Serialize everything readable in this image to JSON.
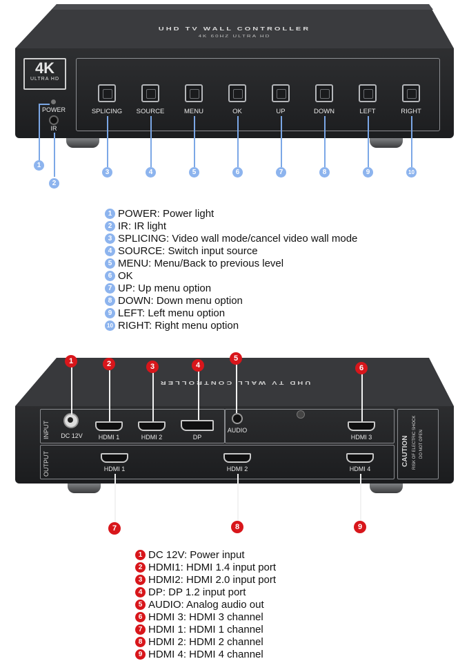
{
  "front": {
    "top_text": "UHD TV WALL CONTROLLER",
    "top_sub": "4K 60HZ ULTRA HD",
    "badge_big": "4K",
    "badge_small": "ULTRA HD",
    "power_label": "POWER",
    "ir_label": "IR",
    "buttons": [
      {
        "label": "SPLICING",
        "num": "3"
      },
      {
        "label": "SOURCE",
        "num": "4"
      },
      {
        "label": "MENU",
        "num": "5"
      },
      {
        "label": "OK",
        "num": "6"
      },
      {
        "label": "UP",
        "num": "7"
      },
      {
        "label": "DOWN",
        "num": "8"
      },
      {
        "label": "LEFT",
        "num": "9"
      },
      {
        "label": "RIGHT",
        "num": "10"
      }
    ],
    "power_num": "1",
    "ir_num": "2"
  },
  "legend1": [
    {
      "num": "1",
      "text": "POWER: Power light"
    },
    {
      "num": "2",
      "text": "IR: IR light"
    },
    {
      "num": "3",
      "text": "SPLICING: Video wall mode/cancel video wall mode"
    },
    {
      "num": "4",
      "text": "SOURCE: Switch input source"
    },
    {
      "num": "5",
      "text": "MENU: Menu/Back to previous level"
    },
    {
      "num": "6",
      "text": "OK"
    },
    {
      "num": "7",
      "text": "UP: Up menu option"
    },
    {
      "num": "8",
      "text": "DOWN: Down menu option"
    },
    {
      "num": "9",
      "text": "LEFT: Left menu option"
    },
    {
      "num": "10",
      "text": "RIGHT: Right menu option"
    }
  ],
  "back": {
    "input_label": "INPUT",
    "output_label": "OUTPUT",
    "dc_label": "DC 12V",
    "hdmi1_in": "HDMI 1",
    "hdmi2_in": "HDMI 2",
    "dp_label": "DP",
    "audio_label": "AUDIO",
    "hdmi3_label": "HDMI 3",
    "hdmi1_out": "HDMI 1",
    "hdmi2_out": "HDMI 2",
    "hdmi4_out": "HDMI 4",
    "caution_title": "CAUTION",
    "caution_line1": "RISK OF ELECTRIC SHOCK",
    "caution_line2": "DO NOT OPEN",
    "nums": [
      "1",
      "2",
      "3",
      "4",
      "5",
      "6",
      "7",
      "8",
      "9"
    ]
  },
  "legend2": [
    {
      "num": "1",
      "text": "DC 12V: Power input"
    },
    {
      "num": "2",
      "text": "HDMI1: HDMI 1.4 input port"
    },
    {
      "num": "3",
      "text": "HDMI2: HDMI 2.0 input port"
    },
    {
      "num": "4",
      "text": "DP: DP 1.2 input port"
    },
    {
      "num": "5",
      "text": "AUDIO: Analog audio out"
    },
    {
      "num": "6",
      "text": "HDMI 3: HDMI 3 channel"
    },
    {
      "num": "7",
      "text": "HDMI 1: HDMI 1 channel"
    },
    {
      "num": "8",
      "text": "HDMI 2: HDMI 2 channel"
    },
    {
      "num": "9",
      "text": "HDMI 4: HDMI 4 channel"
    }
  ]
}
